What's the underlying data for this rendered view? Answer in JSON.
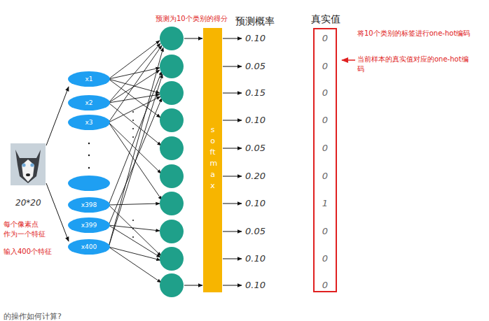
{
  "diagram": {
    "nodes": [
      {
        "text": [
          "x1"
        ]
      },
      {
        "text": [
          "x2"
        ]
      },
      {
        "text": [
          "x3"
        ]
      },
      {
        "text": [
          "x398"
        ]
      },
      {
        "text": [
          "x399"
        ]
      },
      {
        "text": [
          "x400"
        ]
      },
      {
        "text": [
          "softmax"
        ]
      },
      {
        "text": [
          "真实值",
          "0",
          "0",
          "0",
          "0",
          "0",
          "0",
          "1",
          "0",
          "0",
          "0"
        ]
      }
    ],
    "labels": [
      "预测为10个类别的得分",
      "预测概率",
      "0.10",
      "0.05",
      "0.15",
      "0.10",
      "0.05",
      "0.20",
      "0.10",
      "0.05",
      "0.10",
      "0.10",
      "将10个类别的标签进行one-hot编码",
      "当前样本的真实值对应的one-hot编码",
      "20*20",
      "每个像素点 作为一个特征",
      "输入400个特征",
      "的操作如何计算?"
    ]
  }
}
